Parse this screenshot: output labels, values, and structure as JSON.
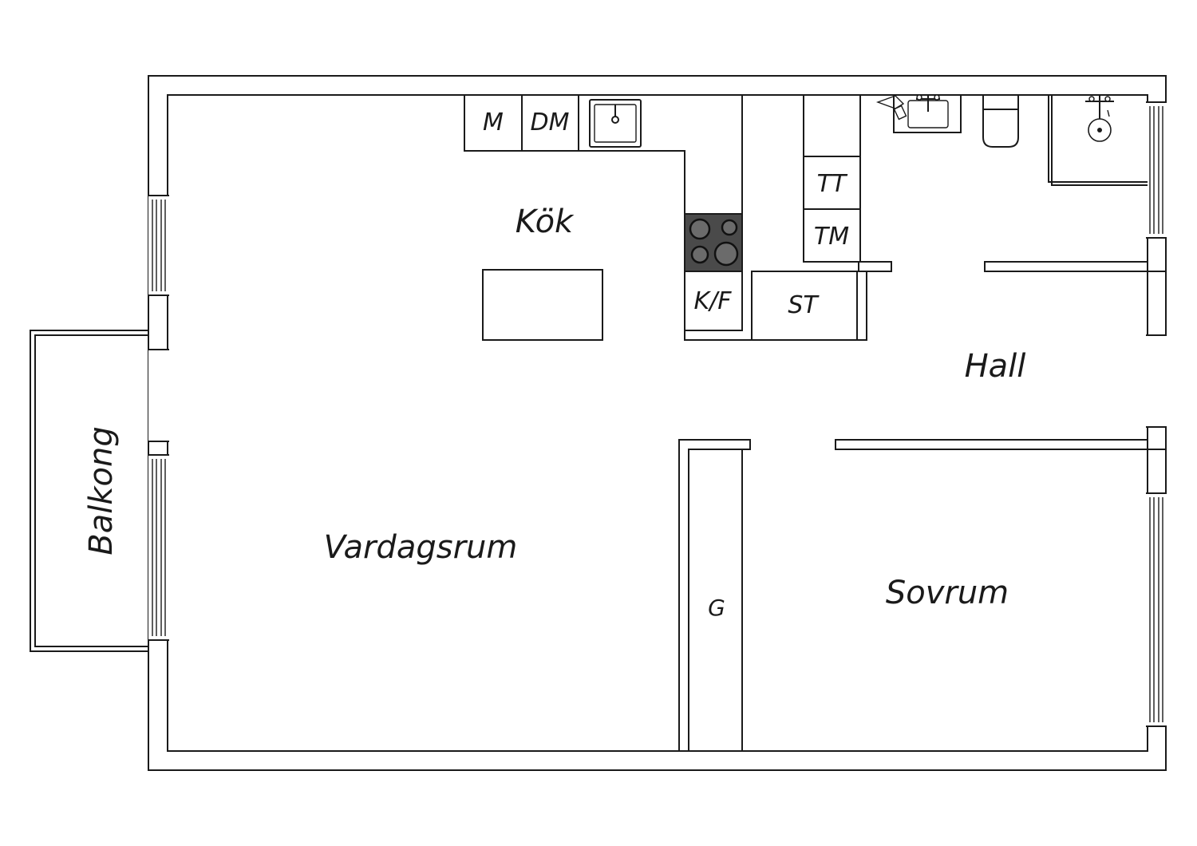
{
  "rooms": {
    "kitchen": "Kök",
    "living": "Vardagsrum",
    "bedroom": "Sovrum",
    "hall": "Hall",
    "balcony": "Balkong"
  },
  "fixtures": {
    "microwave": "M",
    "dishwasher": "DM",
    "fridge_freezer": "K/F",
    "storage": "ST",
    "dryer": "TT",
    "washer": "TM",
    "wardrobe": "G"
  }
}
